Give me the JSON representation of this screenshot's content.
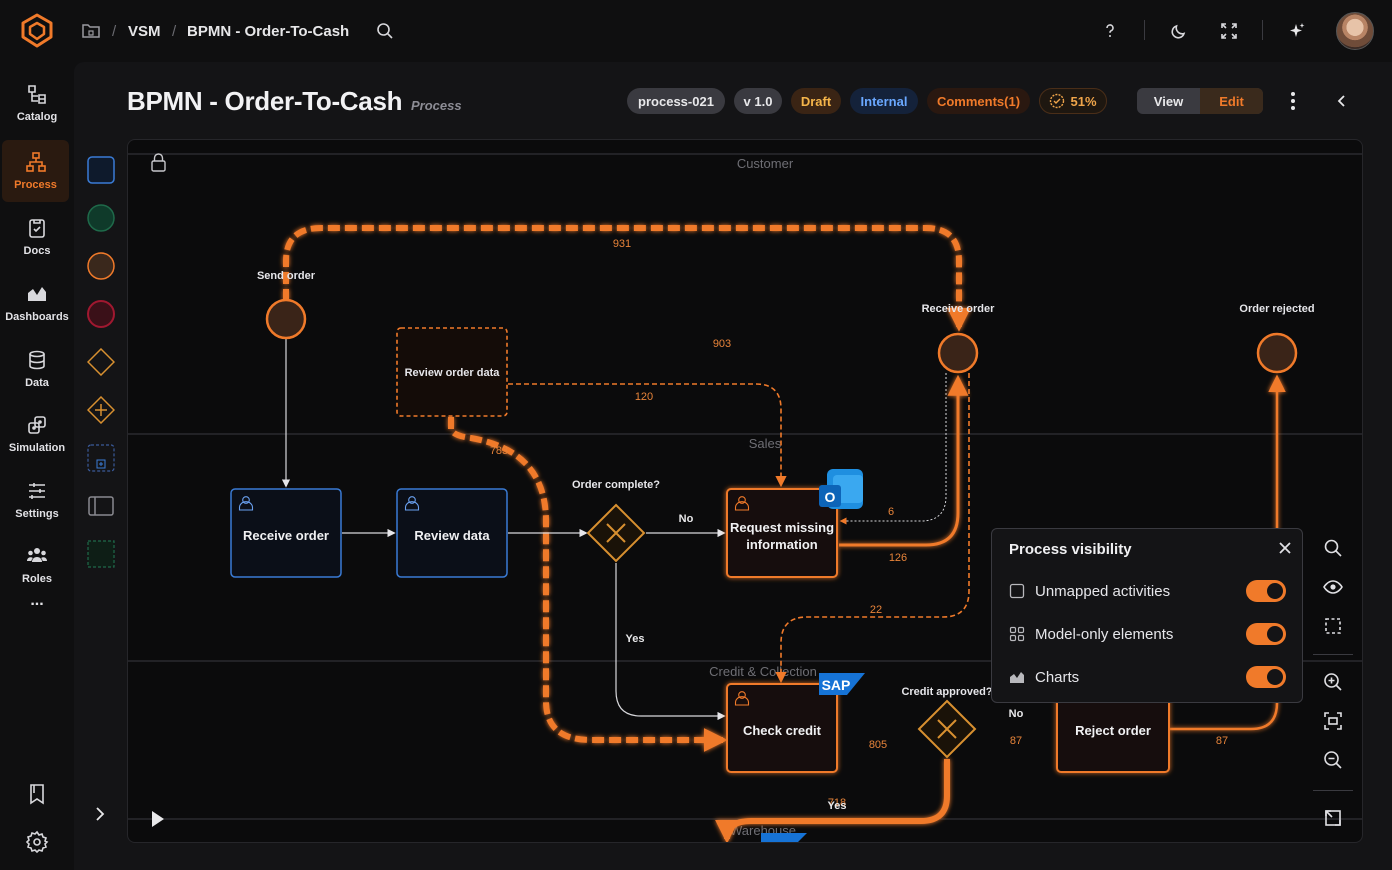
{
  "breadcrumb": {
    "root": "VSM",
    "current": "BPMN - Order-To-Cash",
    "separator": "/"
  },
  "nav": {
    "items": [
      {
        "label": "Catalog"
      },
      {
        "label": "Process"
      },
      {
        "label": "Docs"
      },
      {
        "label": "Dashboards"
      },
      {
        "label": "Data"
      },
      {
        "label": "Simulation"
      },
      {
        "label": "Settings"
      },
      {
        "label": "Roles"
      }
    ],
    "more": "..."
  },
  "header": {
    "title": "BPMN - Order-To-Cash",
    "subtitle": "Process",
    "chips": {
      "id": "process-021",
      "version": "v 1.0",
      "status": "Draft",
      "visibility": "Internal",
      "comments": "Comments(1)",
      "progress": "51%"
    },
    "mode_view": "View",
    "mode_edit": "Edit",
    "active_mode": "Edit"
  },
  "diagram": {
    "lanes": [
      "Customer",
      "Sales",
      "Credit & Collection",
      "Warehouse"
    ],
    "events": {
      "send_order": "Send order",
      "receive_order_event": "Receive order",
      "order_rejected": "Order rejected"
    },
    "tasks": {
      "review_order_data": "Review order data",
      "receive_order": "Receive order",
      "review_data": "Review data",
      "request_missing_1": "Request missing",
      "request_missing_2": "information",
      "check_credit": "Check credit",
      "reject_order": "Reject order"
    },
    "gateways": {
      "order_complete": "Order complete?",
      "credit_approved": "Credit approved?"
    },
    "flow_labels": {
      "no_1": "No",
      "yes_1": "Yes",
      "no_2": "No",
      "yes_2": "Yes",
      "f931": "931",
      "f903": "903",
      "f120": "120",
      "f783": "783",
      "f6": "6",
      "f126": "126",
      "f22": "22",
      "f805": "805",
      "f87a": "87",
      "f87b": "87",
      "f718": "718"
    },
    "app_badges": {
      "sap": "SAP",
      "outlook": "O"
    }
  },
  "visibility_panel": {
    "title": "Process visibility",
    "rows": [
      {
        "label": "Unmapped activities",
        "enabled": true
      },
      {
        "label": "Model-only elements",
        "enabled": true
      },
      {
        "label": "Charts",
        "enabled": true
      }
    ]
  },
  "colors": {
    "accent": "#f07a2a",
    "flow": "#f07a2a",
    "task_blue": "#3a7bd5",
    "background": "#0b0b0c"
  }
}
